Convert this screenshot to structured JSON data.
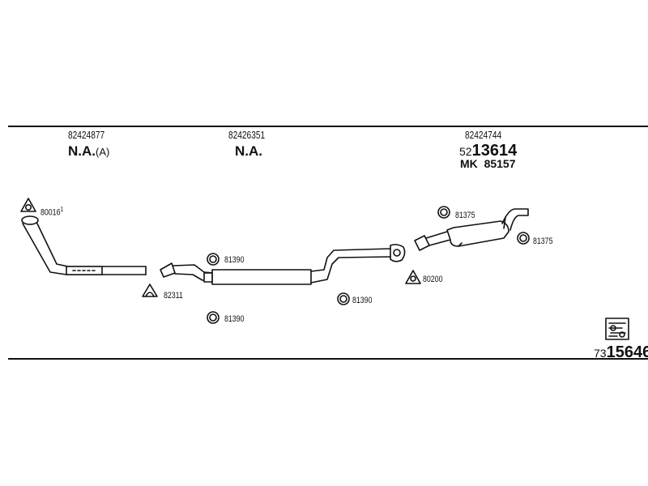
{
  "header": {
    "columns": [
      {
        "part_number": "82424877",
        "status": "N.A.",
        "status_suffix": "(A)"
      },
      {
        "part_number": "82426351",
        "status": "N.A.",
        "status_suffix": ""
      },
      {
        "part_number": "82424744",
        "sub_prefix": "52",
        "sub_number": "13614",
        "mk_label": "MK",
        "mk_number": "85157"
      }
    ]
  },
  "callouts": {
    "gasket_front": "80016",
    "gasket_front_note": "1",
    "clamp_front": "82311",
    "ring_upper": "81390",
    "ring_lower": "81390",
    "ring_mid": "81390",
    "gasket_mid": "80200",
    "ring_rear_top": "81375",
    "ring_rear_right": "81375"
  },
  "footer": {
    "drawing_prefix": "73",
    "drawing_number": "15646",
    "logo_icon": "kit-logo-icon"
  }
}
